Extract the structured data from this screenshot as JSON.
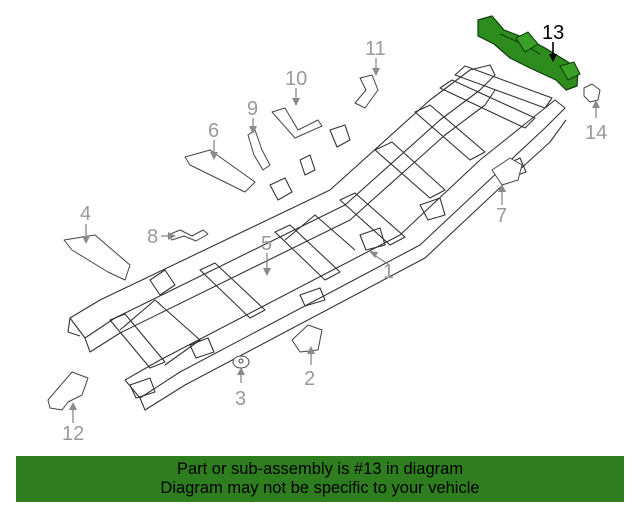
{
  "diagram": {
    "callouts": [
      {
        "id": "1",
        "label": "1"
      },
      {
        "id": "2",
        "label": "2"
      },
      {
        "id": "3",
        "label": "3"
      },
      {
        "id": "4",
        "label": "4"
      },
      {
        "id": "5",
        "label": "5"
      },
      {
        "id": "6",
        "label": "6"
      },
      {
        "id": "7",
        "label": "7"
      },
      {
        "id": "8",
        "label": "8"
      },
      {
        "id": "9",
        "label": "9"
      },
      {
        "id": "10",
        "label": "10"
      },
      {
        "id": "11",
        "label": "11"
      },
      {
        "id": "12",
        "label": "12"
      },
      {
        "id": "13",
        "label": "13"
      },
      {
        "id": "14",
        "label": "14"
      }
    ],
    "highlight_part": "13",
    "highlight_color": "#2e8b1e",
    "label_color": "#9a9a9a"
  },
  "banner": {
    "line1": "Part or sub-assembly is #13 in diagram",
    "line2": "Diagram may not be specific to your vehicle",
    "background": "#2e7d1e"
  }
}
